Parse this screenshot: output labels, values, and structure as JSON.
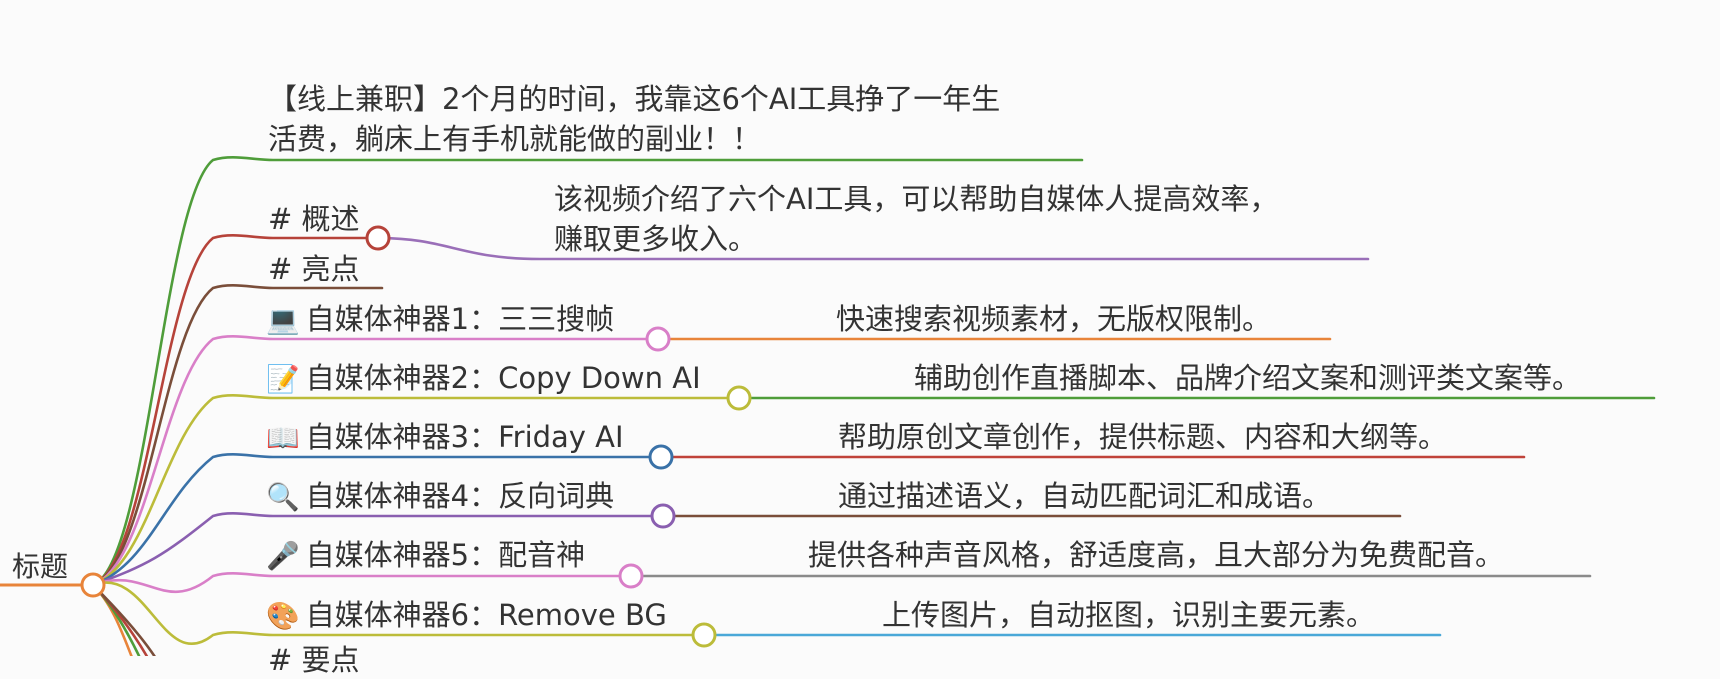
{
  "root": {
    "label": "标题",
    "color": "#e8843a"
  },
  "title_node": {
    "lines": [
      "【线上兼职】2个月的时间，我靠这6个AI工具挣了一年生",
      "活费，躺床上有手机就能做的副业！！"
    ],
    "color": "#4f9d3a"
  },
  "overview": {
    "label": "# 概述",
    "color": "#b6433a",
    "detail_lines": [
      "该视频介绍了六个AI工具，可以帮助自媒体人提高效率，",
      "赚取更多收入。"
    ],
    "detail_color": "#9a6fb8"
  },
  "highlights": {
    "label": "# 亮点",
    "color": "#7a4e3a"
  },
  "tools": [
    {
      "icon": "💻",
      "icon_name": "laptop-icon",
      "label": "自媒体神器1：三三搜帧",
      "detail": "快速搜索视频素材，无版权限制。",
      "color": "#d97fc8",
      "detail_color": "#e8843a"
    },
    {
      "icon": "📝",
      "icon_name": "memo-icon",
      "label": "自媒体神器2：Copy Down AI",
      "detail": "辅助创作直播脚本、品牌介绍文案和测评类文案等。",
      "color": "#bcbc3a",
      "detail_color": "#4f9d3a"
    },
    {
      "icon": "📖",
      "icon_name": "book-icon",
      "label": "自媒体神器3：Friday AI",
      "detail": "帮助原创文章创作，提供标题、内容和大纲等。",
      "color": "#3a72a8",
      "detail_color": "#c0433a"
    },
    {
      "icon": "🔍",
      "icon_name": "magnifier-icon",
      "label": "自媒体神器4：反向词典",
      "detail": "通过描述语义，自动匹配词汇和成语。",
      "color": "#8a5fb0",
      "detail_color": "#7a4e3a"
    },
    {
      "icon": "🎤",
      "icon_name": "microphone-icon",
      "label": "自媒体神器5：配音神",
      "detail": "提供各种声音风格，舒适度高，且大部分为免费配音。",
      "color": "#d97fc8",
      "detail_color": "#8a8a8a"
    },
    {
      "icon": "🎨",
      "icon_name": "palette-icon",
      "label": "自媒体神器6：Remove BG",
      "detail": "上传图片，自动抠图，识别主要元素。",
      "color": "#bcbc3a",
      "detail_color": "#4aa8d8"
    }
  ],
  "partial_node": {
    "label": "# 要点"
  }
}
